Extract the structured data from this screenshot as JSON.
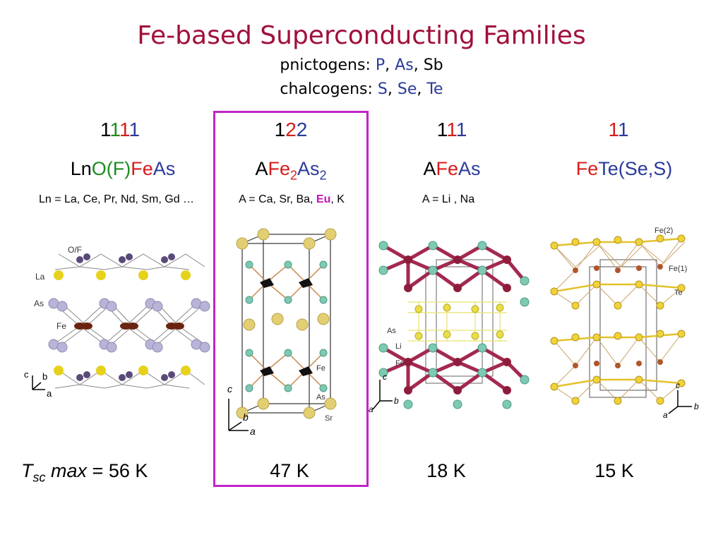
{
  "title": "Fe-based Superconducting Families",
  "pnictogens": {
    "label": "pnictogens:",
    "p": "P",
    "as": "As",
    "sb": "Sb"
  },
  "chalcogens": {
    "label": "chalcogens:",
    "s": "S",
    "se": "Se",
    "te": "Te"
  },
  "families": [
    {
      "code_parts": [
        "1",
        "1",
        "1",
        "1"
      ],
      "formula": {
        "ln": "Ln",
        "of": "O(F)",
        "fe": "Fe",
        "as": "As"
      },
      "note": "Ln = La, Ce, Pr, Nd, Sm, Gd …",
      "tc_value": "= 56 K",
      "labels": {
        "of": "O/F",
        "la": "La",
        "as": "As",
        "fe": "Fe",
        "c": "c",
        "b": "b",
        "a": "a"
      }
    },
    {
      "code_parts": [
        "1",
        "2",
        "2"
      ],
      "formula": {
        "a": "A",
        "fe": "Fe",
        "sub1": "2",
        "as": "As",
        "sub2": "2"
      },
      "note_prefix": "A = Ca, Sr, Ba, ",
      "note_eu": "Eu",
      "note_suffix": ", K",
      "tc_value": "47 K",
      "labels": {
        "fe": "Fe",
        "as": "As",
        "sr": "Sr",
        "c": "c",
        "b": "b",
        "a": "a"
      }
    },
    {
      "code_parts": [
        "1",
        "1",
        "1"
      ],
      "formula": {
        "a": "A",
        "fe": "Fe",
        "as": "As"
      },
      "note": "A = Li , Na",
      "tc_value": "18 K",
      "labels": {
        "as": "As",
        "li": "Li",
        "fe": "Fe",
        "c": "c",
        "b": "b",
        "a": "a"
      }
    },
    {
      "code_parts": [
        "1",
        "1"
      ],
      "formula": {
        "fe": "Fe",
        "rest": "Te(Se,S)"
      },
      "tc_value": "15 K",
      "labels": {
        "fe2": "Fe(2)",
        "fe1": "Fe(1)",
        "te": "Te",
        "c": "c",
        "b": "b",
        "a": "a"
      }
    }
  ],
  "tc": {
    "t": "T",
    "sub": "sc",
    "max": "max"
  },
  "colors": {
    "title": "#a0103a",
    "blue": "#2a3a9a",
    "red": "#d81b1b",
    "green": "#1f8a1f",
    "highlight": "#c025c8"
  }
}
